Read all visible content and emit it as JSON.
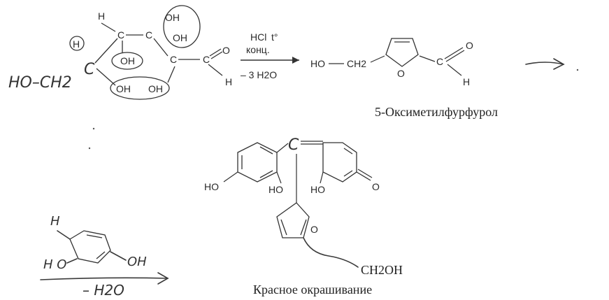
{
  "reactant": {
    "h_atoms": [
      "H",
      "H",
      "H"
    ],
    "c_atoms": [
      "C",
      "C",
      "C",
      "C"
    ],
    "handwritten_c": "C",
    "handwritten_group": "HO–CH2",
    "oh_groups": [
      "OH",
      "OH",
      "OH",
      "OH",
      "OH"
    ],
    "aldehyde_o": "O",
    "aldehyde_h": "H"
  },
  "arrow1": {
    "reagent": "HCl",
    "degree": "t°",
    "conditions": "конц.",
    "loss": "– 3 H2O"
  },
  "product1": {
    "ho": "HO",
    "ch2": "CH2",
    "ring_o": "O",
    "carbonyl_o": "O",
    "carbonyl_c": "C",
    "carbonyl_h": "H",
    "name": "5-Оксиметилфурфурол"
  },
  "arrow3": {
    "reagent_h": "H",
    "reagent_ho": "H O",
    "reagent_oh": "OH",
    "loss": "– H2O"
  },
  "product2": {
    "ho_left": "HO",
    "ho_mid": "HO",
    "ho_right": "HO",
    "quinone_o": "O",
    "ring_o": "O",
    "ch2oh": "CH2OH",
    "c_center": "C",
    "caption": "Красное окрашивание"
  },
  "colors": {
    "ink": "#2a2a2a",
    "paper": "#ffffff"
  }
}
